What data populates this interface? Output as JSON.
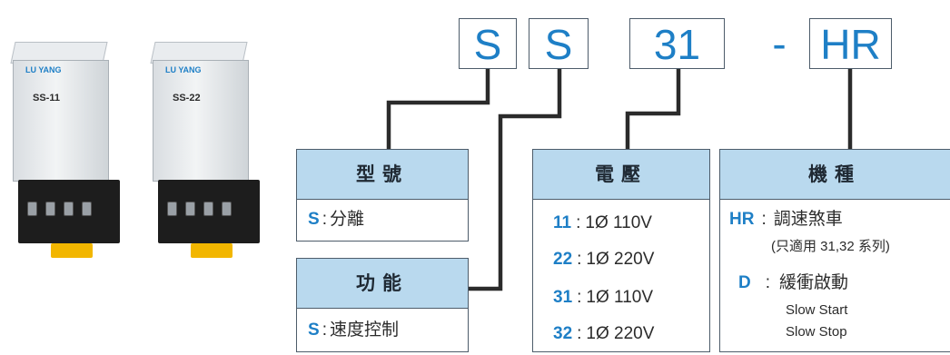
{
  "products": [
    {
      "brand": "LU YANG",
      "model": "SS-11"
    },
    {
      "brand": "LU YANG",
      "model": "SS-22"
    }
  ],
  "code": {
    "c1": "S",
    "c2": "S",
    "c3": "31",
    "dash": "-",
    "c4": "HR"
  },
  "boxes": {
    "type": {
      "title": "型號",
      "rows": [
        {
          "key": "S",
          "sep": ":",
          "text": "分離"
        }
      ]
    },
    "function": {
      "title": "功能",
      "rows": [
        {
          "key": "S",
          "sep": ":",
          "text": "速度控制"
        }
      ]
    },
    "voltage": {
      "title": "電壓",
      "rows": [
        {
          "key": "11",
          "sep": ":",
          "text": "1Ø 110V"
        },
        {
          "key": "22",
          "sep": ":",
          "text": "1Ø 220V"
        },
        {
          "key": "31",
          "sep": ":",
          "text": "1Ø 110V"
        },
        {
          "key": "32",
          "sep": ":",
          "text": "1Ø 220V"
        }
      ]
    },
    "model": {
      "title": "機種",
      "hr": {
        "key": "HR",
        "sep": ":",
        "text": "調速煞車",
        "note": "(只適用 31,32 系列)"
      },
      "d": {
        "key": "D",
        "sep": ":",
        "text": "緩衝啟動",
        "line2": "Slow Start",
        "line3": "Slow Stop"
      }
    }
  },
  "colors": {
    "accent": "#1e7fc6",
    "header_fill": "#b9d9ee",
    "border": "#4d5c6a",
    "line": "#2b2b2b"
  }
}
